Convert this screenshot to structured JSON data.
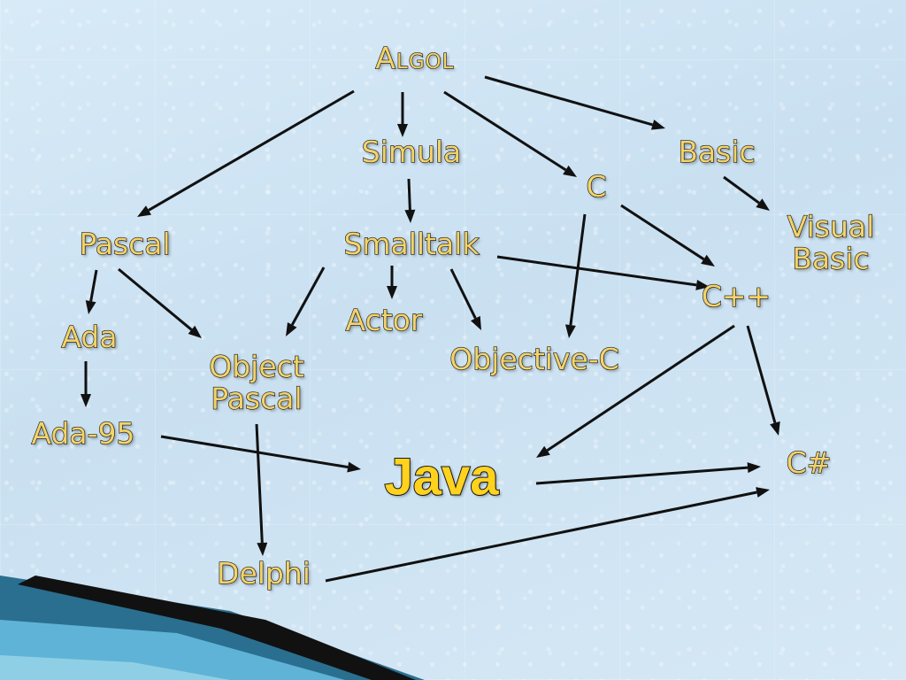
{
  "colors": {
    "background": "#cfe4f3",
    "node_text": "#f3d36a",
    "highlight_text": "#ffd21e",
    "outline": "#1a1a1a",
    "edge": "#111111"
  },
  "nodes": {
    "algol": "Algol",
    "simula": "Simula",
    "c": "C",
    "basic": "Basic",
    "visual_basic_line1": "Visual",
    "visual_basic_line2": "Basic",
    "pascal": "Pascal",
    "smalltalk": "Smalltalk",
    "cpp": "C++",
    "ada": "Ada",
    "actor": "Actor",
    "object_pascal_line1": "Object",
    "object_pascal_line2": "Pascal",
    "objective_c": "Objective-C",
    "ada95": "Ada-95",
    "java": "Java",
    "csharp": "C#",
    "delphi": "Delphi"
  },
  "edges": [
    [
      "algol",
      "pascal"
    ],
    [
      "algol",
      "simula"
    ],
    [
      "algol",
      "c"
    ],
    [
      "algol",
      "basic"
    ],
    [
      "simula",
      "smalltalk"
    ],
    [
      "basic",
      "visual_basic"
    ],
    [
      "c",
      "cpp"
    ],
    [
      "c",
      "objective_c"
    ],
    [
      "smalltalk",
      "cpp"
    ],
    [
      "smalltalk",
      "object_pascal"
    ],
    [
      "smalltalk",
      "actor"
    ],
    [
      "smalltalk",
      "objective_c"
    ],
    [
      "pascal",
      "ada"
    ],
    [
      "pascal",
      "object_pascal"
    ],
    [
      "ada",
      "ada95"
    ],
    [
      "ada95",
      "java"
    ],
    [
      "cpp",
      "java"
    ],
    [
      "cpp",
      "csharp"
    ],
    [
      "java",
      "csharp"
    ],
    [
      "object_pascal",
      "delphi"
    ],
    [
      "delphi",
      "csharp"
    ]
  ]
}
